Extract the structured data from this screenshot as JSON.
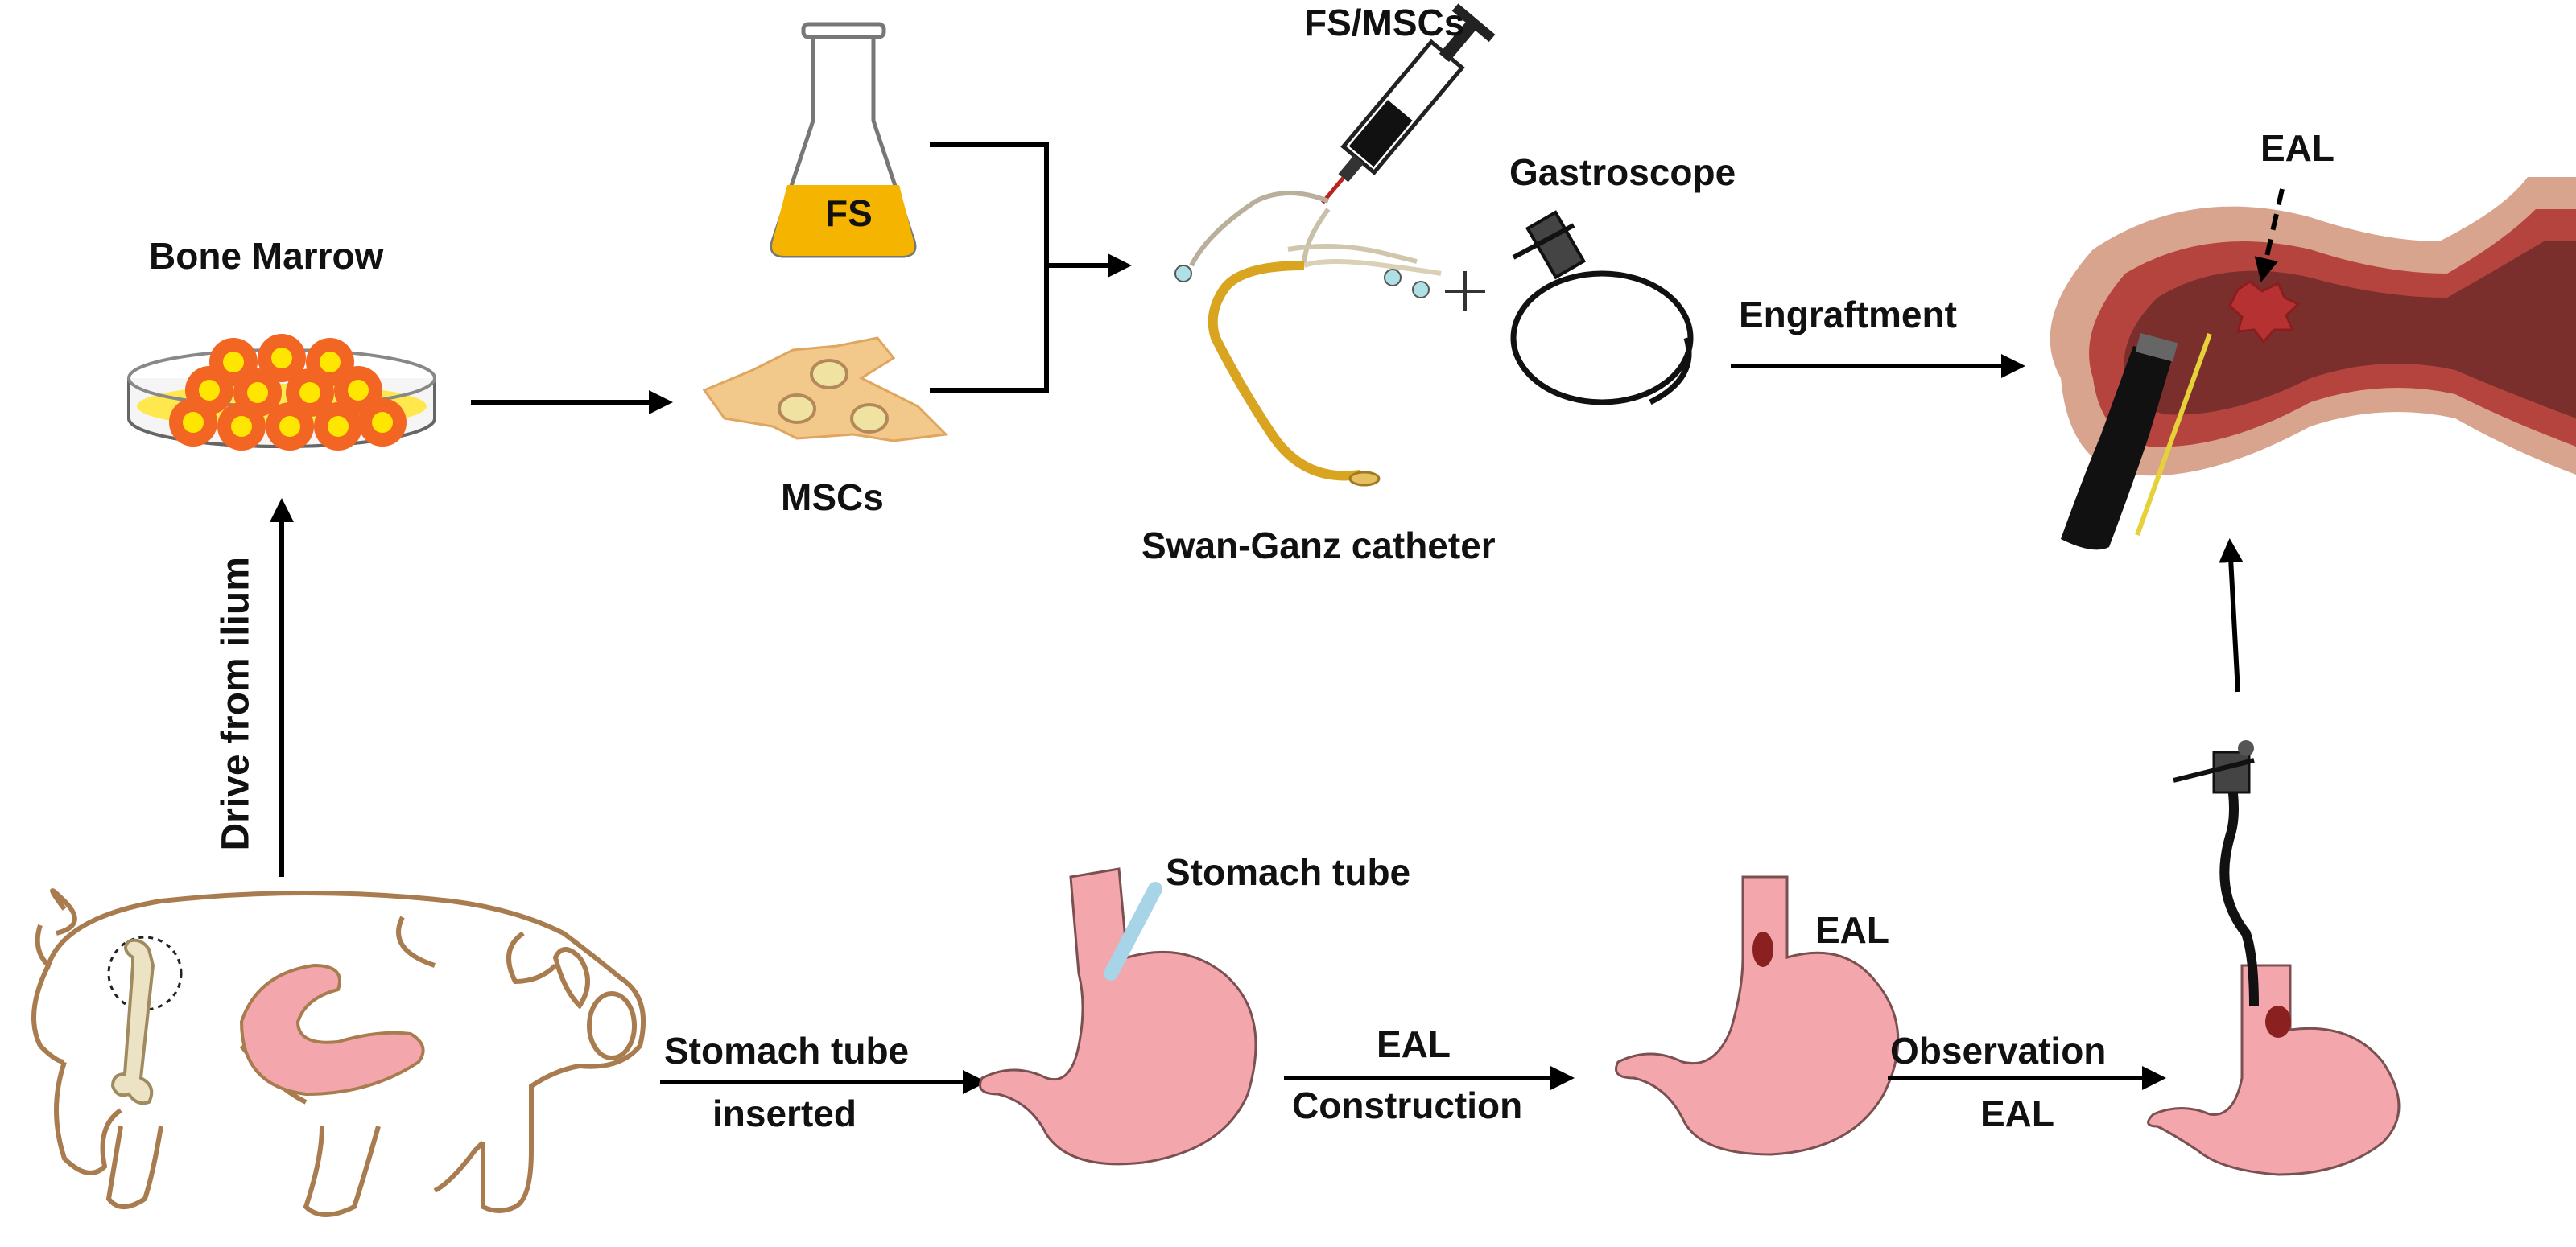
{
  "labels": {
    "bone_marrow": "Bone Marrow",
    "drive_from_ilium": "Drive from ilium",
    "fs": "FS",
    "mscs": "MSCs",
    "fs_mscs": "FS/MSCs",
    "gastroscope": "Gastroscope",
    "swan_ganz": "Swan-Ganz catheter",
    "engraftment": "Engraftment",
    "eal_top": "EAL",
    "stomach_tube": "Stomach tube",
    "stomach_tube_inserted_1": "Stomach tube",
    "stomach_tube_inserted_2": "inserted",
    "eal_construction_1": "EAL",
    "eal_construction_2": "Construction",
    "eal_stomach": "EAL",
    "observation_1": "Observation",
    "observation_2": "EAL"
  },
  "colors": {
    "stomach_pink": "#f4a6ad",
    "pig_outline": "#a97c50",
    "flask_fill": "#f5b400",
    "cell_orange": "#f26522",
    "cell_yellow": "#ffe600",
    "msc_tan": "#f3c98b",
    "esophagus_red": "#b5443f",
    "catheter_gold": "#d9a520"
  }
}
